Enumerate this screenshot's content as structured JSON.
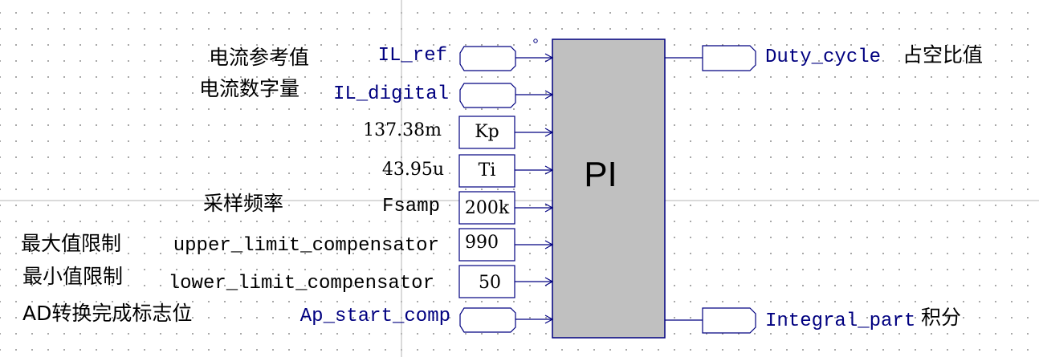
{
  "block": {
    "label": "PI",
    "fill": "#c0c0c0",
    "border": "#000080"
  },
  "inputs": [
    {
      "name": "IL_ref",
      "kind": "port",
      "comment": "电流参考值"
    },
    {
      "name": "IL_digital",
      "kind": "port",
      "comment": "电流数字量"
    },
    {
      "name": "Kp",
      "kind": "param",
      "value": "137.38m"
    },
    {
      "name": "Ti",
      "kind": "param",
      "value": "43.95u"
    },
    {
      "name": "Fsamp",
      "kind": "param",
      "value": "200k",
      "comment": "采样频率"
    },
    {
      "name": "upper_limit_compensator",
      "kind": "param",
      "value": "990",
      "comment": "最大值限制"
    },
    {
      "name": "lower_limit_compensator",
      "kind": "param",
      "value": "50",
      "comment": "最小值限制"
    },
    {
      "name": "Ap_start_comp",
      "kind": "port",
      "comment": "AD转换完成标志位"
    }
  ],
  "outputs": [
    {
      "name": "Duty_cycle",
      "comment": "占空比值"
    },
    {
      "name": "Integral_part",
      "comment": "积分"
    }
  ],
  "colors": {
    "wire": "#000080",
    "grid_line": "#b4b4b4",
    "dot": "#9a9a9a",
    "text_blue": "#000080"
  }
}
